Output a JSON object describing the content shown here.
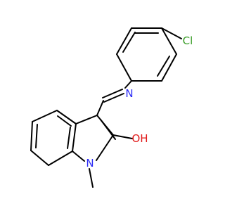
{
  "molecule": {
    "atoms": [
      {
        "id": "Cl",
        "label": "Cl",
        "color": "#3A9D28"
      },
      {
        "id": "N_imine",
        "label": "N",
        "color": "#2B2BF5"
      },
      {
        "id": "OH",
        "label": "OH",
        "color": "#E21A1A"
      },
      {
        "id": "N_ring",
        "label": "N",
        "color": "#2B2BF5"
      }
    ],
    "bond_color": "#000000"
  }
}
